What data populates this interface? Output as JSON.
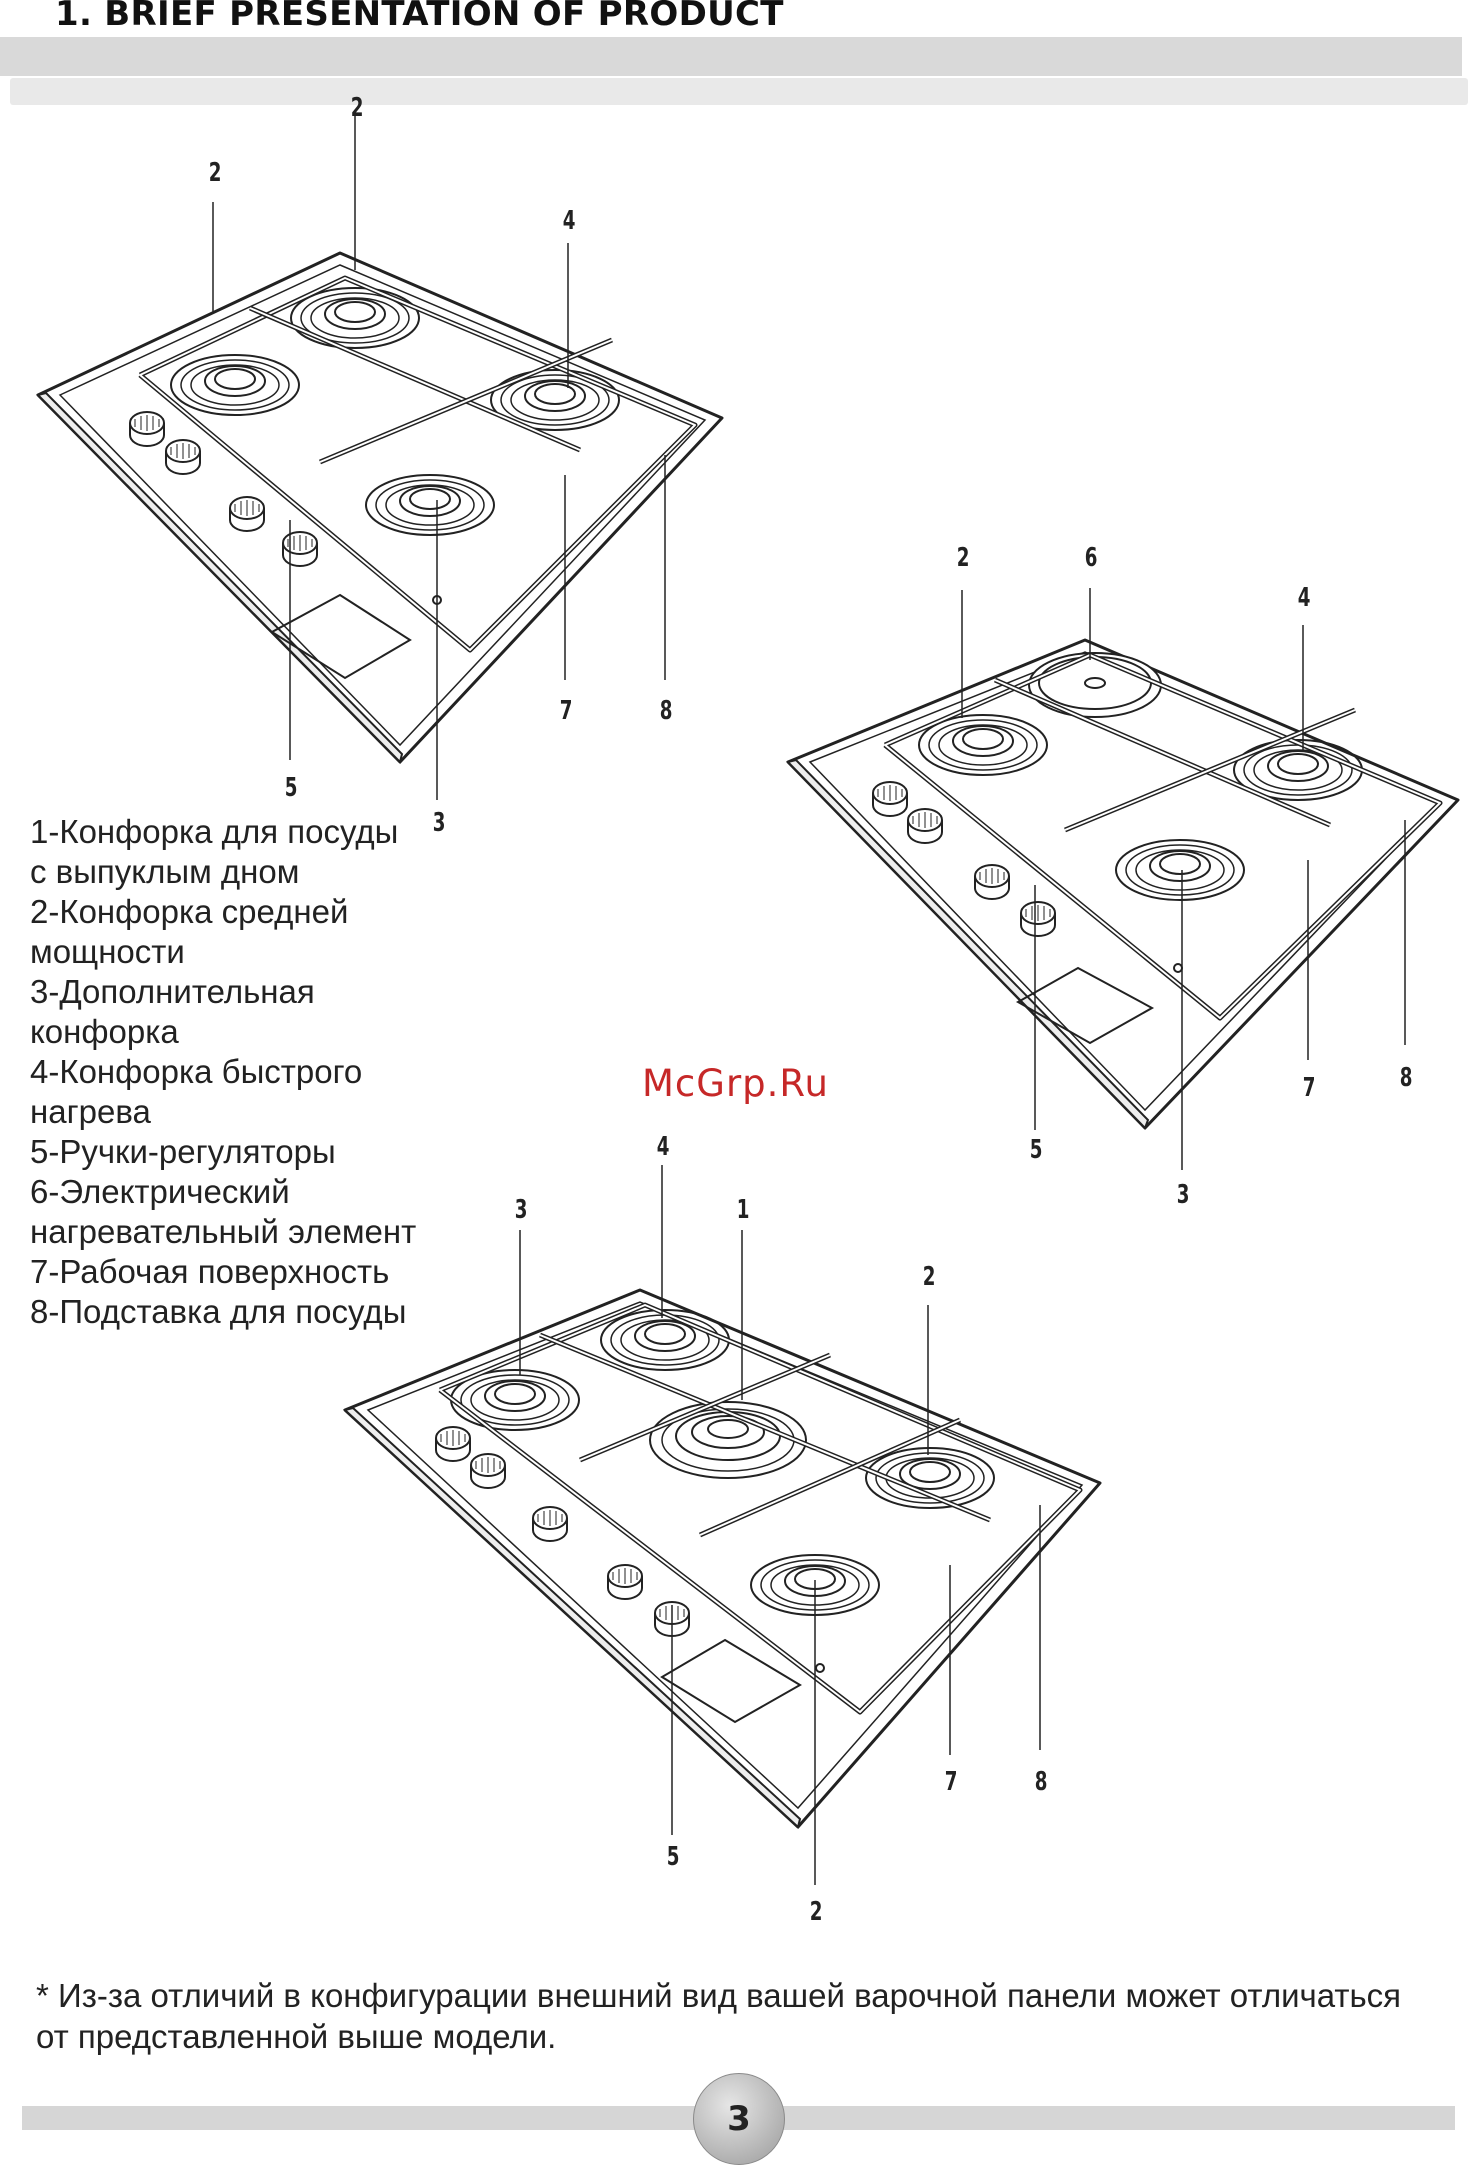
{
  "header": {
    "title": "1. BRIEF PRESENTATION OF PRODUCT"
  },
  "legend": [
    "1-Конфорка для посуды",
    "с выпуклым дном",
    "2-Конфорка средней",
    "мощности",
    "3-Дополнительная",
    "конфорка",
    "4-Конфорка быстрого",
    "нагрева",
    "5-Ручки-регуляторы",
    "6-Электрический",
    "нагревательный элемент",
    "7-Рабочая поверхность",
    "8-Подставка для посуды"
  ],
  "diagrams": {
    "top_left": {
      "labels": [
        "2",
        "2",
        "4",
        "7",
        "8",
        "5",
        "3"
      ]
    },
    "middle_right": {
      "labels": [
        "2",
        "6",
        "4",
        "7",
        "8",
        "5",
        "3"
      ]
    },
    "bottom": {
      "labels": [
        "4",
        "3",
        "1",
        "2",
        "7",
        "8",
        "5",
        "2"
      ]
    }
  },
  "watermark": "McGrp.Ru",
  "note": "* Из-за отличий в конфигурации внешний вид вашей варочной панели может отличаться от представленной выше модели.",
  "footer": {
    "page_number": "3"
  }
}
